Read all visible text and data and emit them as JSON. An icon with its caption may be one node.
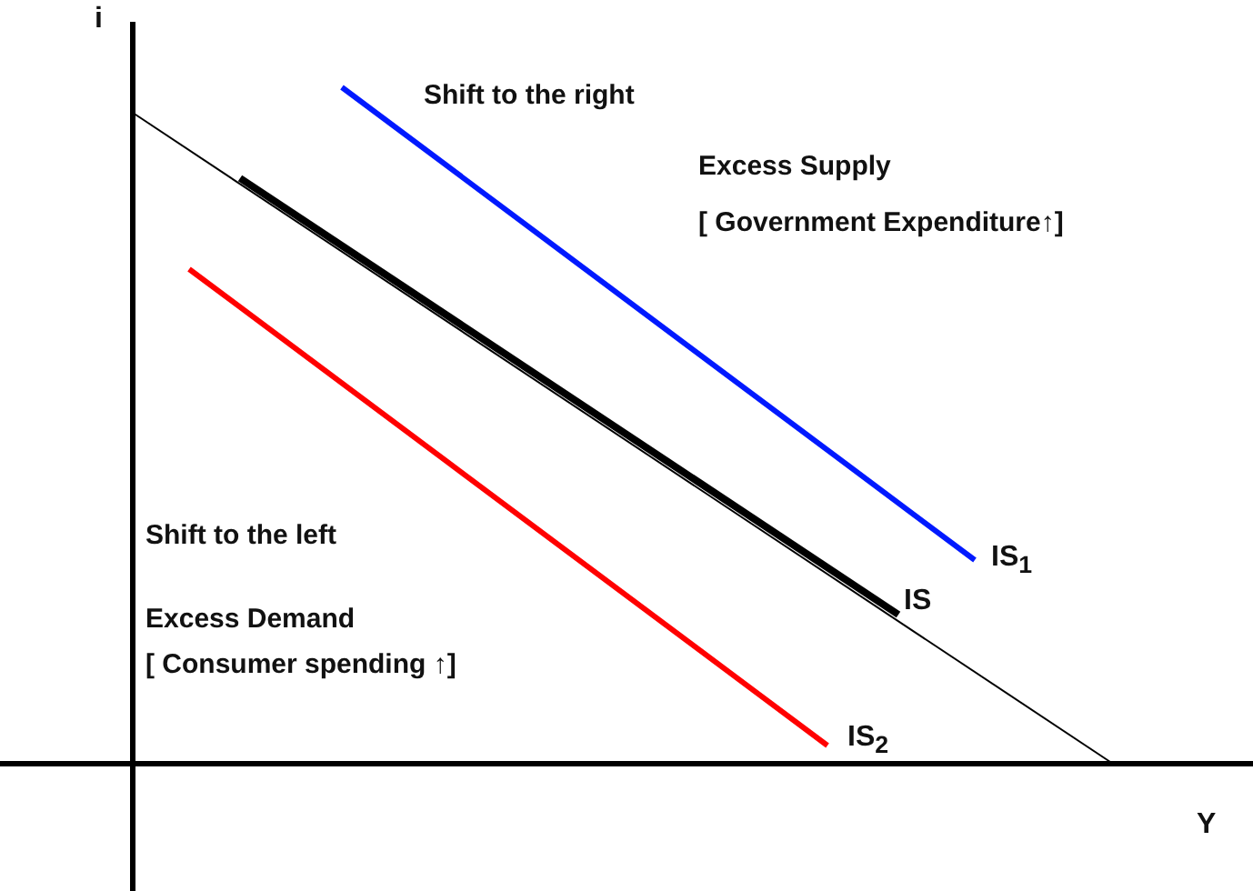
{
  "diagram": {
    "labels": [
      "i",
      "Shift to the right",
      "Excess Supply",
      "[ Government Expenditure↑]",
      "IS$_{1}$",
      "Shift to the left",
      "IS",
      "Excess Demand",
      "[ Consumer spending ↑]",
      "IS$_{2}$",
      "Y"
    ]
  }
}
